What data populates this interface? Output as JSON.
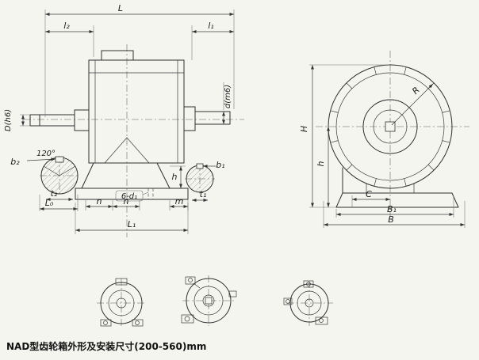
{
  "caption": "NAD型齿轮箱外形及安装尺寸(200-560)mm",
  "side_view": {
    "dim_L": "L",
    "dim_l2": "l₂",
    "dim_l1": "l₁",
    "dim_D": "D(h6)",
    "dim_d": "d(m6)",
    "dim_b2": "b₂",
    "dim_angle": "120°",
    "dim_t2": "t₂",
    "dim_L0": "L₀",
    "dim_n1": "n",
    "dim_n2": "n",
    "dim_holes": "6-d₁",
    "dim_m": "m",
    "dim_h": "h",
    "dim_b1": "b₁",
    "dim_t1": "t₁",
    "dim_L1": "L₁"
  },
  "front_view": {
    "dim_R": "R",
    "dim_H": "H",
    "dim_h": "h",
    "dim_C": "C",
    "dim_B1": "B₁",
    "dim_B": "B"
  }
}
